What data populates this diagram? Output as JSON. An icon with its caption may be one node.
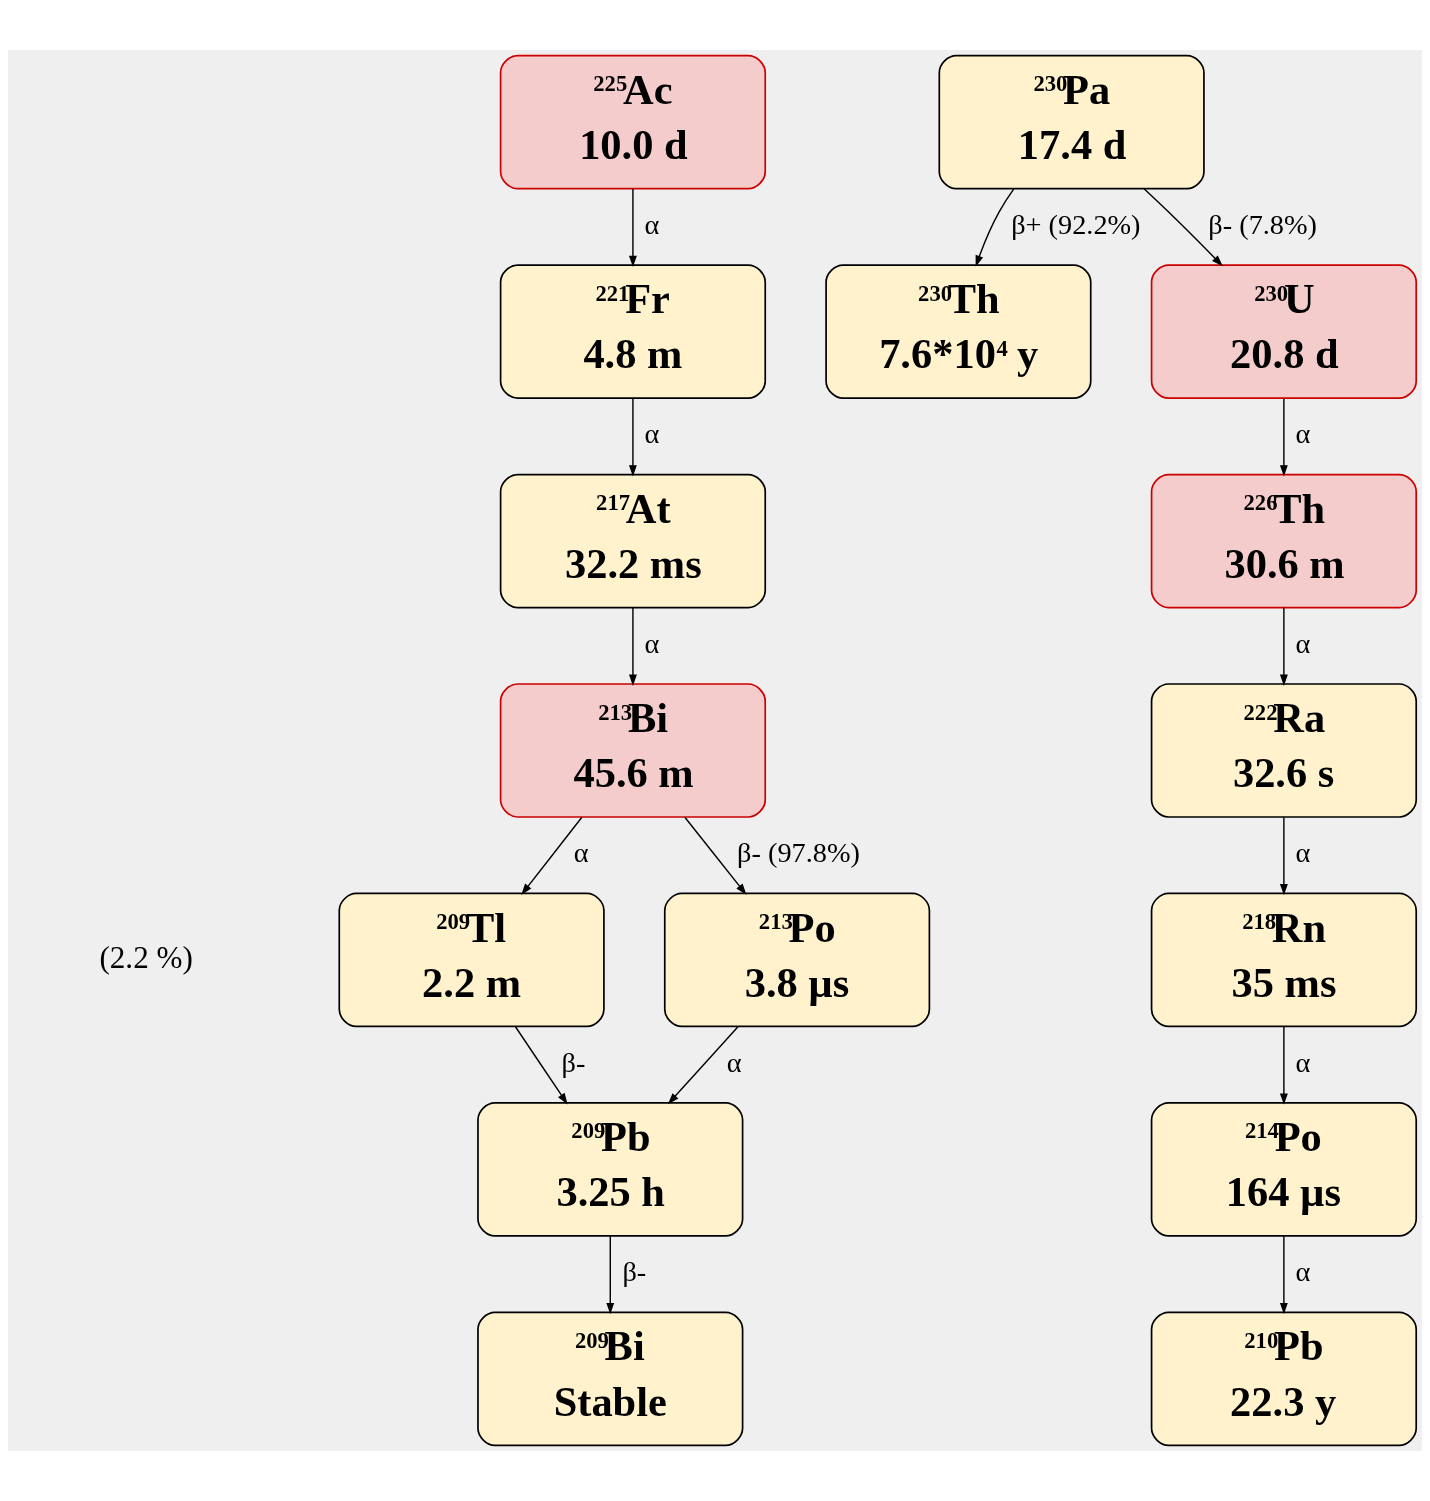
{
  "diagram": {
    "nodes": [
      {
        "text": [
          "$^{225}$Ac",
          "10.0 d"
        ]
      },
      {
        "text": [
          "$^{221}$Fr",
          "4.8 m"
        ]
      },
      {
        "text": [
          "$^{217}$At",
          "32.2 ms"
        ]
      },
      {
        "text": [
          "$^{213}$Bi",
          "45.6 m"
        ]
      },
      {
        "text": [
          "$^{209}$Tl",
          "2.2 m"
        ]
      },
      {
        "text": [
          "$^{213}$Po",
          "3.8 µs"
        ]
      },
      {
        "text": [
          "$^{209}$Pb",
          "3.25 h"
        ]
      },
      {
        "text": [
          "$^{209}$Bi",
          "Stable"
        ]
      },
      {
        "text": [
          "$^{230}$Pa",
          "17.4 d"
        ]
      },
      {
        "text": [
          "$^{230}$Th",
          "7.6*10$^{4}$ y"
        ]
      },
      {
        "text": [
          "$^{230}$U",
          "20.8 d"
        ]
      },
      {
        "text": [
          "$^{226}$Th",
          "30.6 m"
        ]
      },
      {
        "text": [
          "$^{222}$Ra",
          "32.6 s"
        ]
      },
      {
        "text": [
          "$^{218}$Rn",
          "35 ms"
        ]
      },
      {
        "text": [
          "$^{214}$Po",
          "164 µs"
        ]
      },
      {
        "text": [
          "$^{210}$Pb",
          "22.3 y"
        ]
      }
    ],
    "edges": [
      {
        "from": 0,
        "to": 1,
        "arrow": "to",
        "label": "α"
      },
      {
        "from": 1,
        "to": 2,
        "arrow": "to",
        "label": "α"
      },
      {
        "from": 2,
        "to": 3,
        "arrow": "to",
        "label": "α"
      },
      {
        "from": 3,
        "to": 4,
        "arrow": "to",
        "label": "α"
      },
      {
        "from": 3,
        "to": 5,
        "arrow": "to",
        "label": "β- (97.8%)"
      },
      {
        "from": 4,
        "to": 6,
        "arrow": "to",
        "label": "β-"
      },
      {
        "from": 5,
        "to": 6,
        "arrow": "to",
        "label": "α"
      },
      {
        "from": 6,
        "to": 7,
        "arrow": "to",
        "label": "β-"
      },
      {
        "from": 8,
        "to": 9,
        "arrow": "to",
        "label": "β+ (92.2%)"
      },
      {
        "from": 8,
        "to": 10,
        "arrow": "to",
        "label": "β- (7.8%)"
      },
      {
        "from": 10,
        "to": 11,
        "arrow": "to",
        "label": "α"
      },
      {
        "from": 11,
        "to": 12,
        "arrow": "to",
        "label": "α"
      },
      {
        "from": 12,
        "to": 13,
        "arrow": "to",
        "label": "α"
      },
      {
        "from": 13,
        "to": 14,
        "arrow": "to",
        "label": "α"
      },
      {
        "from": 14,
        "to": 15,
        "arrow": "to",
        "label": "α"
      }
    ],
    "labels": [
      "(2.2 %)"
    ]
  }
}
